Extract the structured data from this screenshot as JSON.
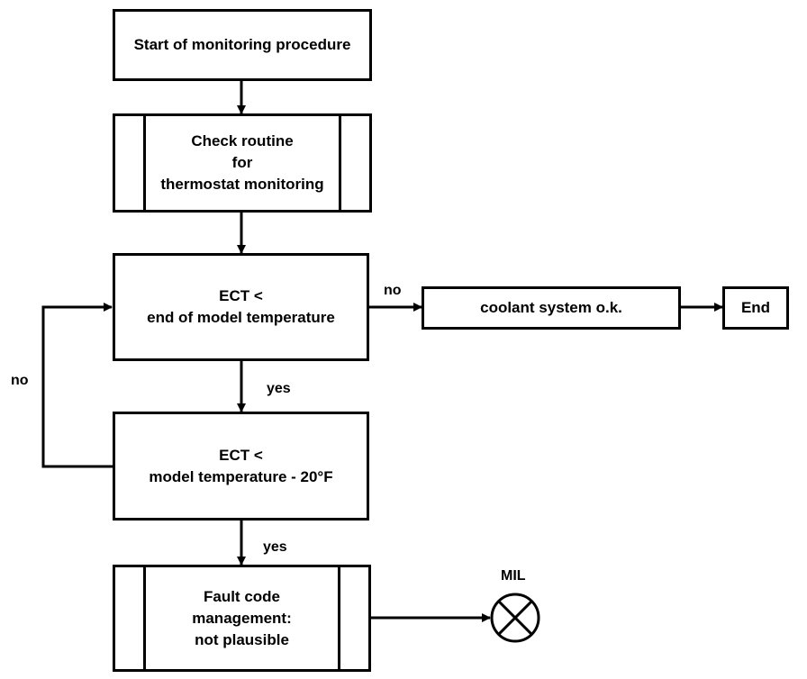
{
  "nodes": {
    "start": {
      "lines": [
        "Start of monitoring procedure"
      ]
    },
    "check_routine": {
      "lines": [
        "Check routine",
        "for",
        "thermostat monitoring"
      ]
    },
    "decision_end_model": {
      "lines": [
        "ECT <",
        "end of model temperature"
      ]
    },
    "coolant_ok": {
      "lines": [
        "coolant system o.k."
      ]
    },
    "end": {
      "lines": [
        "End"
      ]
    },
    "decision_model_minus": {
      "lines": [
        "ECT <",
        "model temperature - 20°F"
      ]
    },
    "fault_code": {
      "lines": [
        "Fault code",
        "management:",
        "not plausible"
      ]
    }
  },
  "edge_labels": {
    "no_right": "no",
    "no_loop": "no",
    "yes_first": "yes",
    "yes_second": "yes"
  },
  "indicator": {
    "label": "MIL",
    "icon": "lamp-icon"
  }
}
